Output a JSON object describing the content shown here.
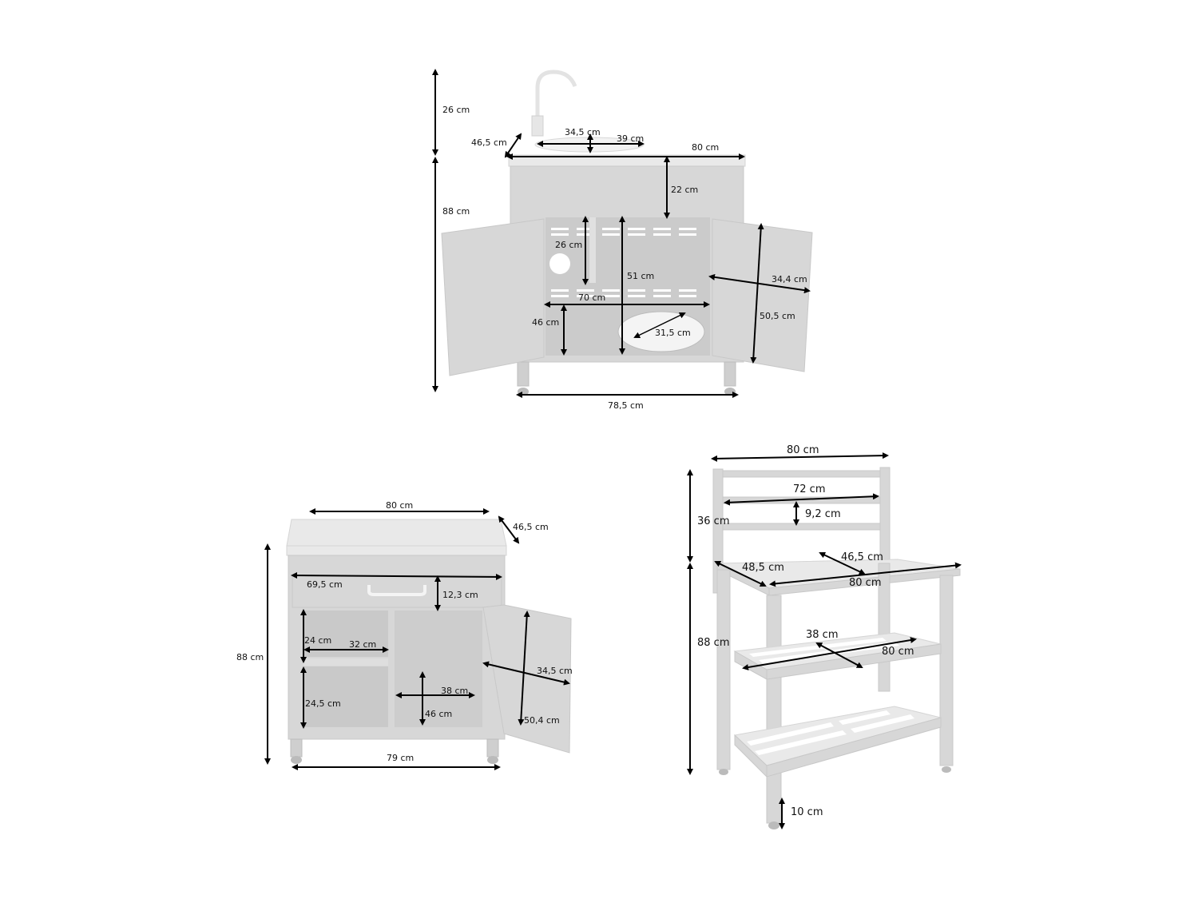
{
  "figure": {
    "type": "furniture-dimension-diagram",
    "unit": "cm",
    "items": [
      {
        "name": "sink-cabinet",
        "dimensions": {
          "faucet_height": "26 cm",
          "depth": "46,5 cm",
          "basin_width": "34,5 cm",
          "basin_length": "39 cm",
          "top_width": "80 cm",
          "total_height": "88 cm",
          "apron_height": "22 cm",
          "pipe_height": "26 cm",
          "interior_height": "51 cm",
          "door_width": "34,4 cm",
          "interior_width": "70 cm",
          "door_height": "50,5 cm",
          "shelf_height": "46 cm",
          "drain_diameter": "31,5 cm",
          "base_width": "78,5 cm"
        }
      },
      {
        "name": "drawer-cabinet",
        "dimensions": {
          "top_width": "80 cm",
          "depth": "46,5 cm",
          "total_height": "88 cm",
          "drawer_width": "69,5 cm",
          "drawer_height": "12,3 cm",
          "upper_shelf_height": "24 cm",
          "shelf_width": "32 cm",
          "lower_shelf_height": "24,5 cm",
          "compartment_width": "38 cm",
          "compartment_height": "46 cm",
          "door_width": "34,5 cm",
          "door_height": "50,4 cm",
          "base_width": "79 cm"
        }
      },
      {
        "name": "potting-bench",
        "dimensions": {
          "top_rail_width": "80 cm",
          "inner_rail_width": "72 cm",
          "rail_spacing": "9,2 cm",
          "backrest_height": "36 cm",
          "worktop_depth_diag": "46,5 cm",
          "worktop_side": "48,5 cm",
          "worktop_width": "80 cm",
          "total_height": "88 cm",
          "shelf_depth": "38 cm",
          "shelf_width": "80 cm",
          "foot_clearance": "10 cm"
        }
      }
    ]
  }
}
